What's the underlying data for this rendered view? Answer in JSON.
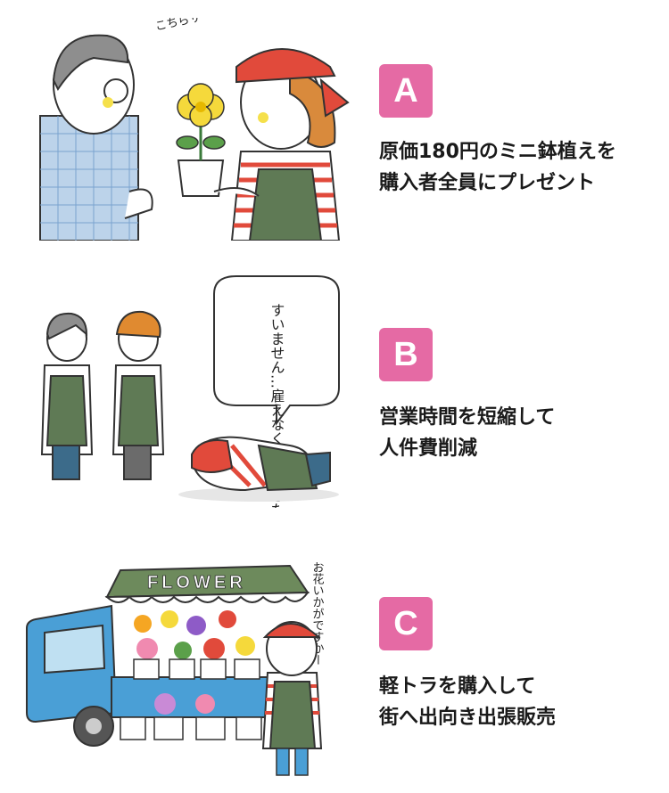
{
  "colors": {
    "badge": "#e56aa4",
    "apron": "#5f7a55",
    "bandana": "#e14a3b",
    "truck": "#4a9fd6",
    "awning": "#6d8a5c"
  },
  "options": [
    {
      "letter": "A",
      "lines": [
        "原価180円のミニ鉢植えを",
        "購入者全員にプレゼント"
      ],
      "speech": "こちらサービスです"
    },
    {
      "letter": "B",
      "lines": [
        "営業時間を短縮して",
        "人件費削減"
      ],
      "speech": "すいません…雇えなくなりました"
    },
    {
      "letter": "C",
      "lines": [
        "軽トラを購入して",
        "街へ出向き出張販売"
      ],
      "speech": "お花いかがですかー",
      "sign": "FLOWER"
    }
  ]
}
